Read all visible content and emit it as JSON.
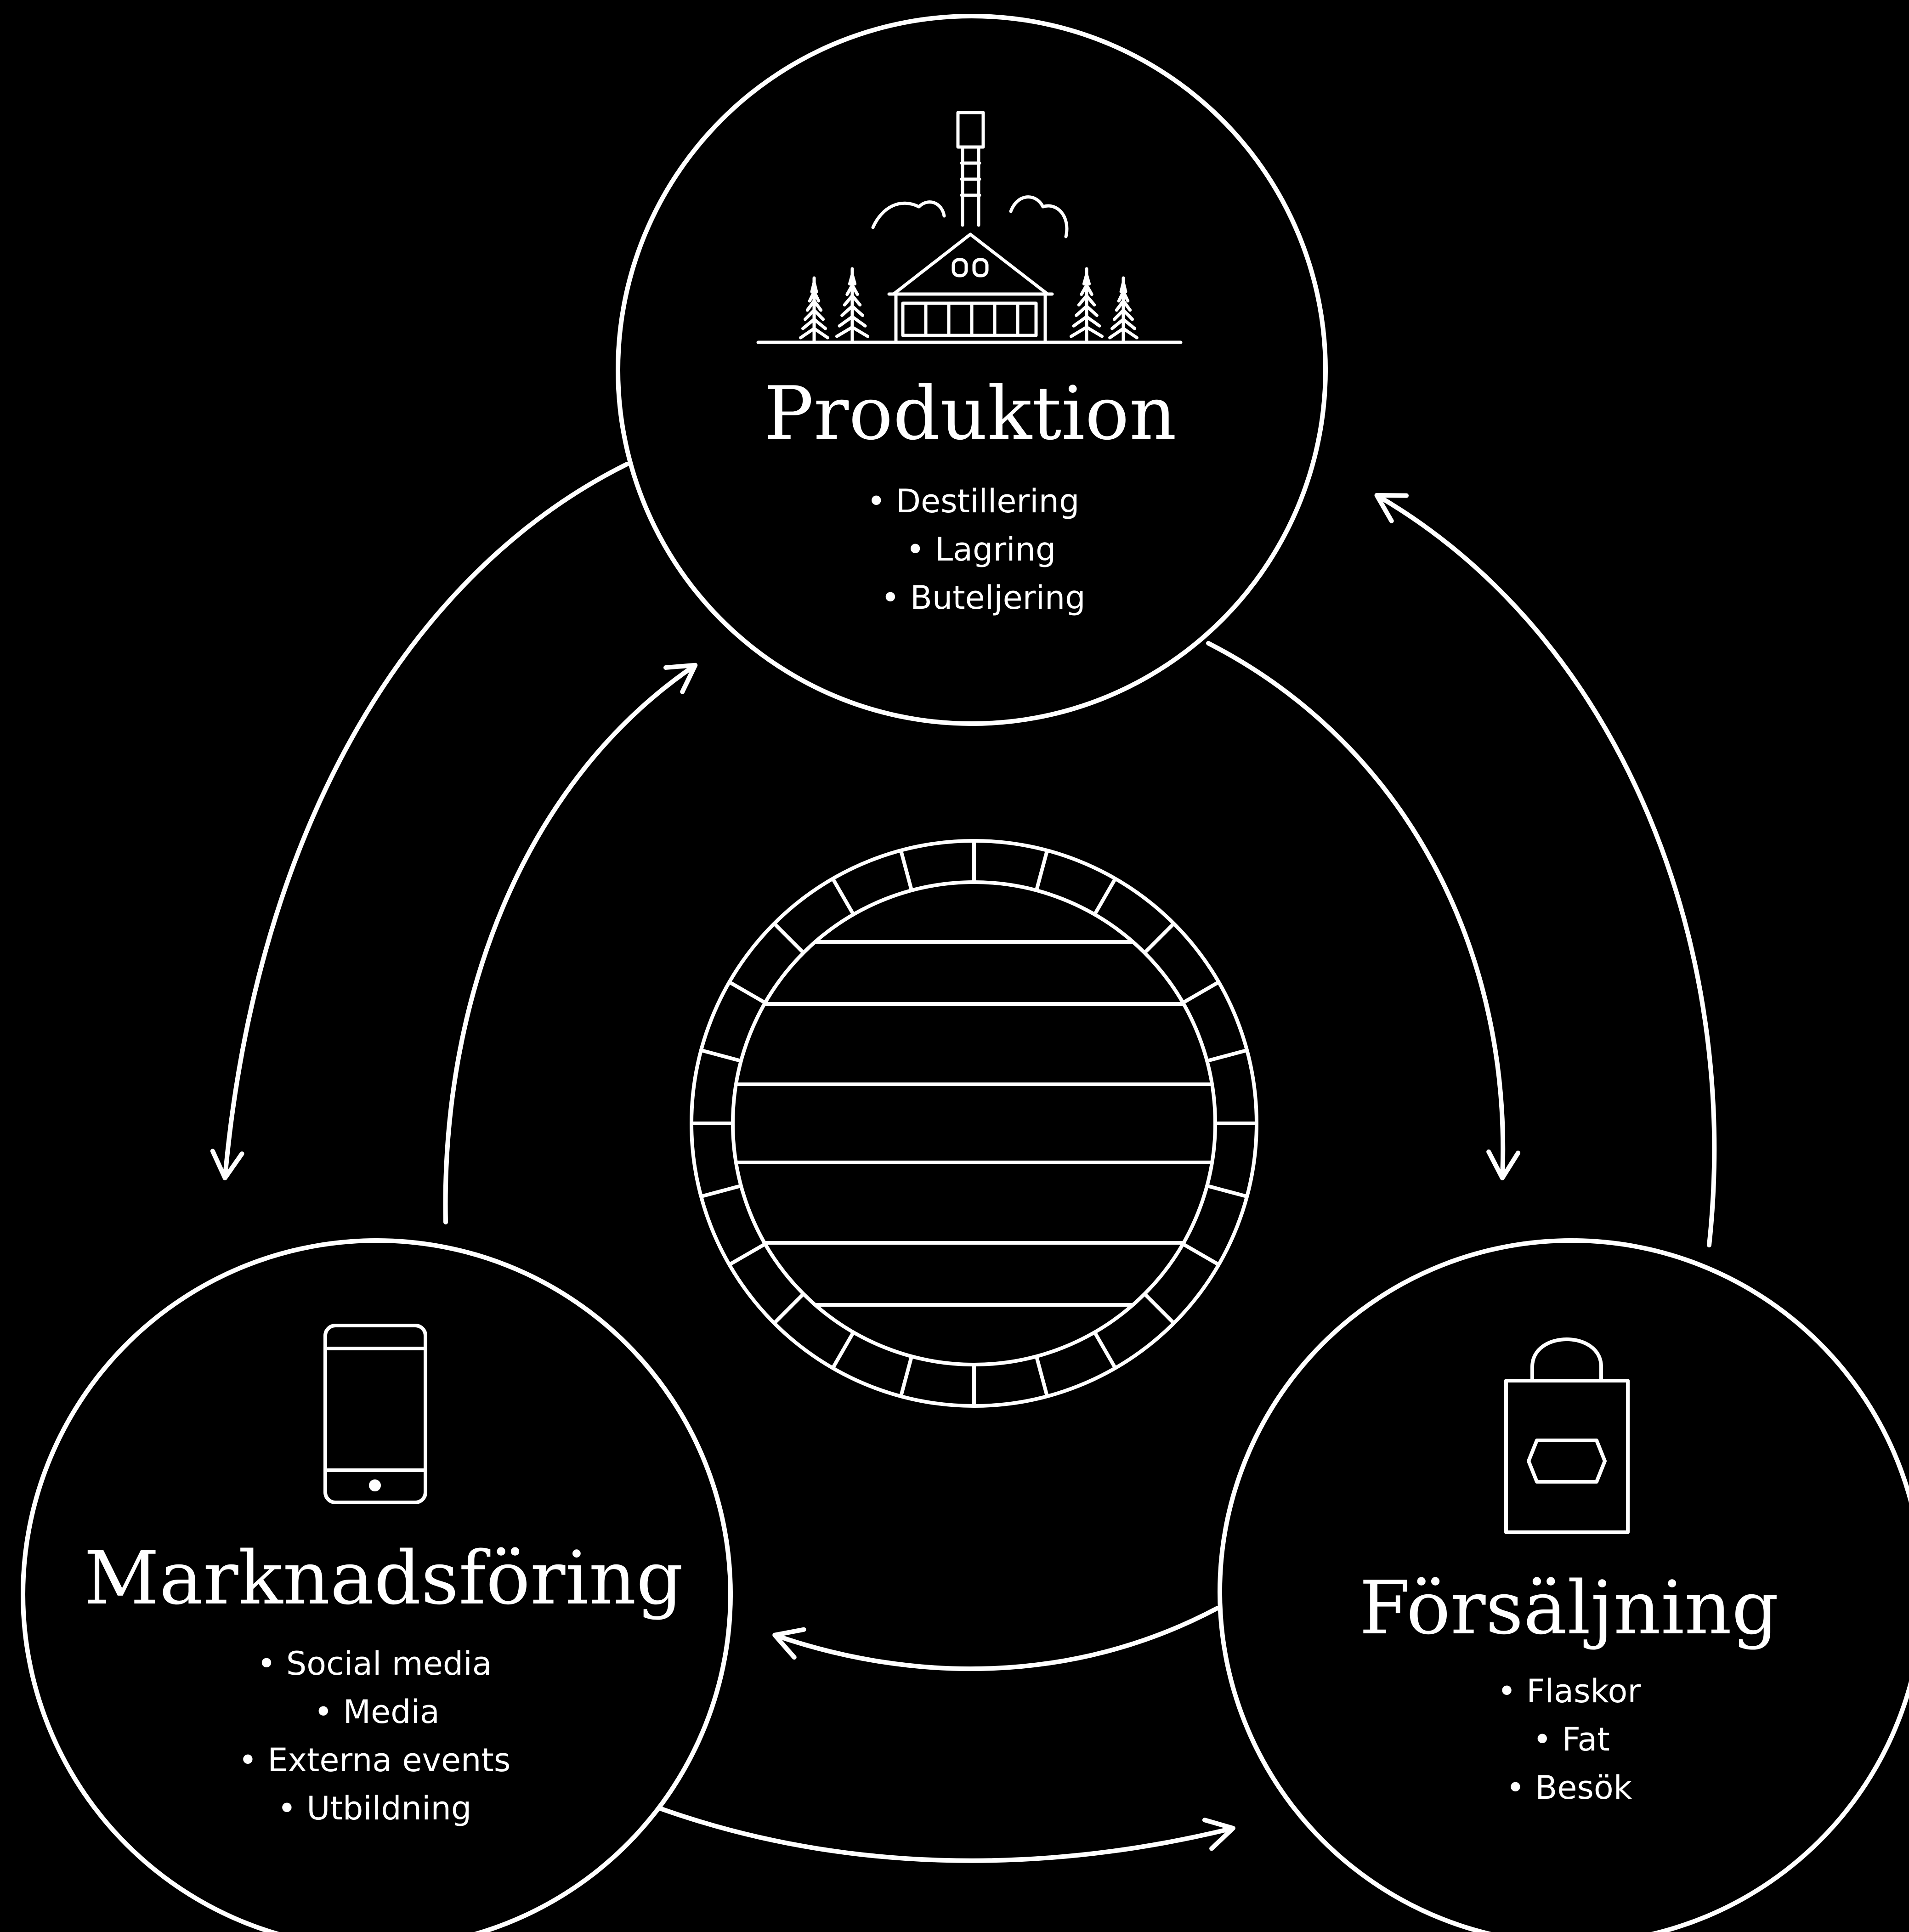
{
  "colors": {
    "background": "#000000",
    "foreground": "#ffffff"
  },
  "center": {
    "icon": "barrel-top-icon"
  },
  "nodes": {
    "produktion": {
      "title": "Produktion",
      "icon": "distillery-icon",
      "items": [
        "• Destillering",
        "• Lagring",
        "• Buteljering"
      ]
    },
    "marknadsforing": {
      "title": "Marknadsföring",
      "icon": "smartphone-icon",
      "items": [
        "• Social media",
        "• Media",
        "• Externa events",
        "• Utbildning"
      ]
    },
    "forsaljning": {
      "title": "Försäljning",
      "icon": "shopping-bag-icon",
      "items": [
        "• Flaskor",
        "• Fat",
        "• Besök"
      ]
    }
  },
  "connections": [
    {
      "from": "produktion",
      "to": "marknadsforing",
      "route": "outer"
    },
    {
      "from": "forsaljning",
      "to": "produktion",
      "route": "outer"
    },
    {
      "from": "produktion",
      "to": "forsaljning",
      "route": "inner"
    },
    {
      "from": "marknadsforing",
      "to": "produktion",
      "route": "inner"
    },
    {
      "from": "forsaljning",
      "to": "marknadsforing",
      "route": "inner"
    },
    {
      "from": "marknadsforing",
      "to": "forsaljning",
      "route": "inner"
    }
  ]
}
